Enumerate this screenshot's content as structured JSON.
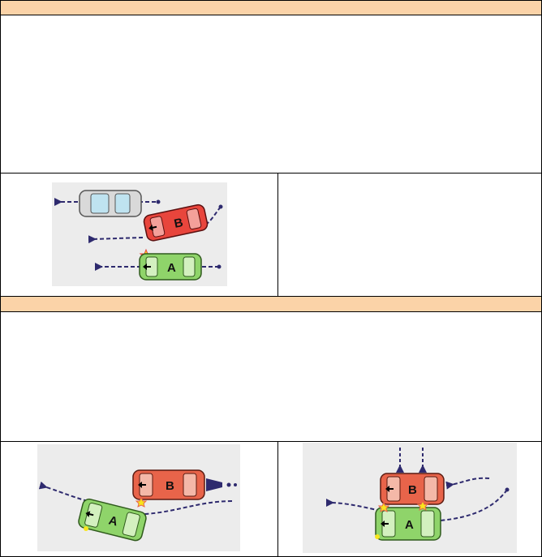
{
  "section1": {
    "header_color": "#fbd3a8"
  },
  "section2": {
    "header_color": "#fbd3a8"
  },
  "diagram1": {
    "car_a_label": "A",
    "car_b_label": "B",
    "car_a_color": "#8fd46a",
    "car_b_color": "#e8453c",
    "car_other_color": "#d9d9d9",
    "path_color": "#2e2a6e"
  },
  "diagram2": {
    "car_a_label": "A",
    "car_b_label": "B"
  },
  "diagram3": {
    "car_a_label": "A",
    "car_b_label": "B"
  }
}
